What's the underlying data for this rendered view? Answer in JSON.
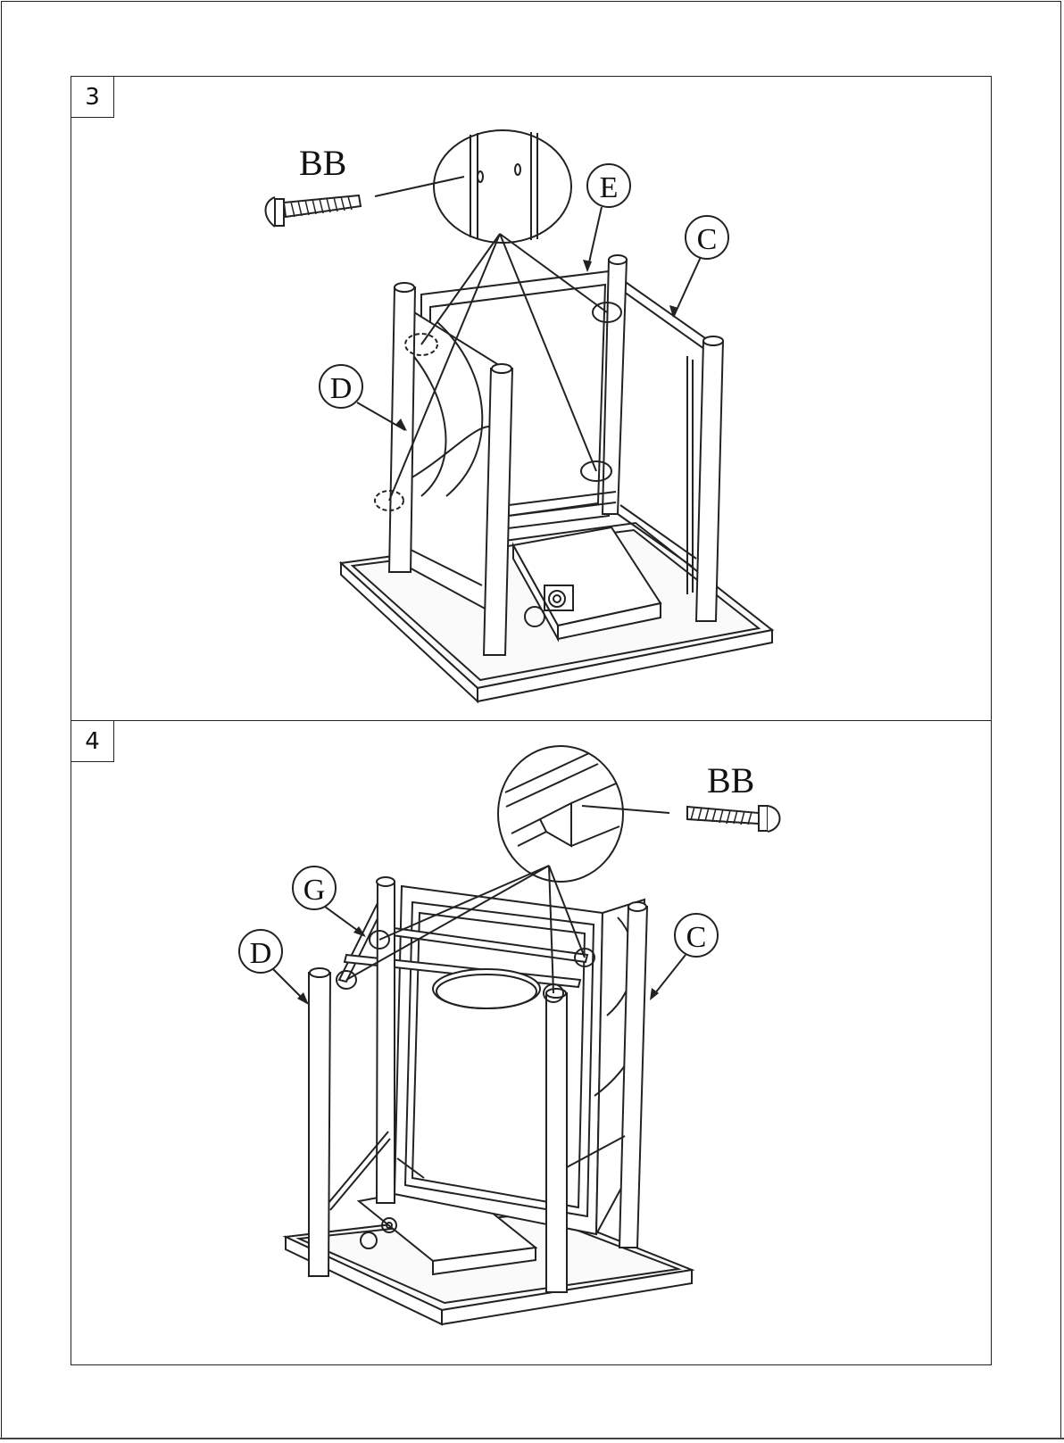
{
  "step3": {
    "number": "3",
    "labels": {
      "screw": "BB",
      "part_e": "E",
      "part_c": "C",
      "part_d": "D"
    }
  },
  "step4": {
    "number": "4",
    "labels": {
      "screw": "BB",
      "part_g": "G",
      "part_d": "D",
      "part_c": "C"
    }
  }
}
